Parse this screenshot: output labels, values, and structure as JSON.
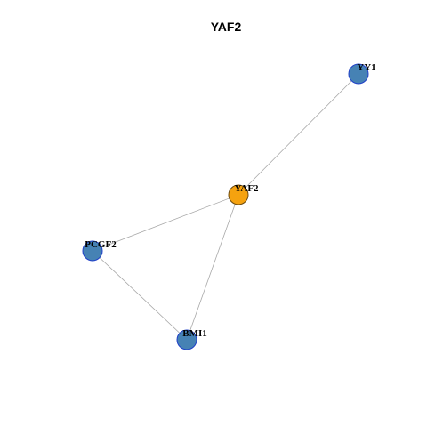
{
  "title": "YAF2",
  "colors": {
    "hub_fill": "#f5a20f",
    "hub_stroke": "#6b4a10",
    "node_fill": "#4682b4",
    "node_stroke": "#1f3fc8",
    "edge": "#a8a8a8"
  },
  "nodes": [
    {
      "id": "YY1",
      "label": "YY1",
      "role": "neighbor"
    },
    {
      "id": "YAF2",
      "label": "YAF2",
      "role": "hub"
    },
    {
      "id": "PCGF2",
      "label": "PCGF2",
      "role": "neighbor"
    },
    {
      "id": "BMI1",
      "label": "BMI1",
      "role": "neighbor"
    }
  ],
  "edges": [
    {
      "source": "YAF2",
      "target": "YY1"
    },
    {
      "source": "YAF2",
      "target": "PCGF2"
    },
    {
      "source": "YAF2",
      "target": "BMI1"
    },
    {
      "source": "PCGF2",
      "target": "BMI1"
    }
  ]
}
